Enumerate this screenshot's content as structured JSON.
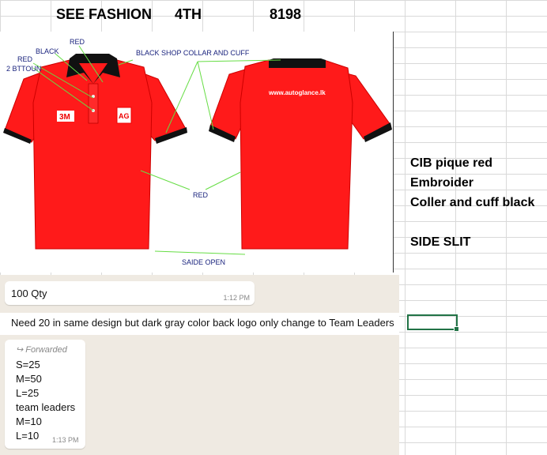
{
  "header": {
    "company": "SEE FASHION",
    "position": "4TH",
    "code": "8198"
  },
  "image": {
    "labels": {
      "red_top": "RED",
      "black": "BLACK",
      "red_left": "RED",
      "buttons": "2 BTTOUN",
      "collar_cuff": "BLACK SHOP COLLAR AND CUFF",
      "red_body": "RED",
      "side_open": "SAIDE OPEN",
      "website": "www.autoglance.lk",
      "logo_3m": "3M"
    },
    "colors": {
      "shirt": "#ff1a1a",
      "collar": "#111111",
      "arrow": "#66dd44",
      "label": "#1a237e"
    }
  },
  "notes": {
    "line1": "CIB pique red",
    "line2": "Embroider",
    "line3": "Coller and cuff black",
    "line4": "SIDE SLIT"
  },
  "chat": {
    "msg1": {
      "text": "100 Qty",
      "time": "1:12 PM"
    },
    "msg2": {
      "text": "Need 20 in same design but dark gray color back logo only change to Team Leaders"
    },
    "msg3": {
      "forwarded": "Forwarded",
      "lines": [
        "S=25",
        "M=50",
        "L=25",
        "team leaders",
        "M=10",
        "L=10"
      ],
      "time": "1:13 PM"
    }
  }
}
